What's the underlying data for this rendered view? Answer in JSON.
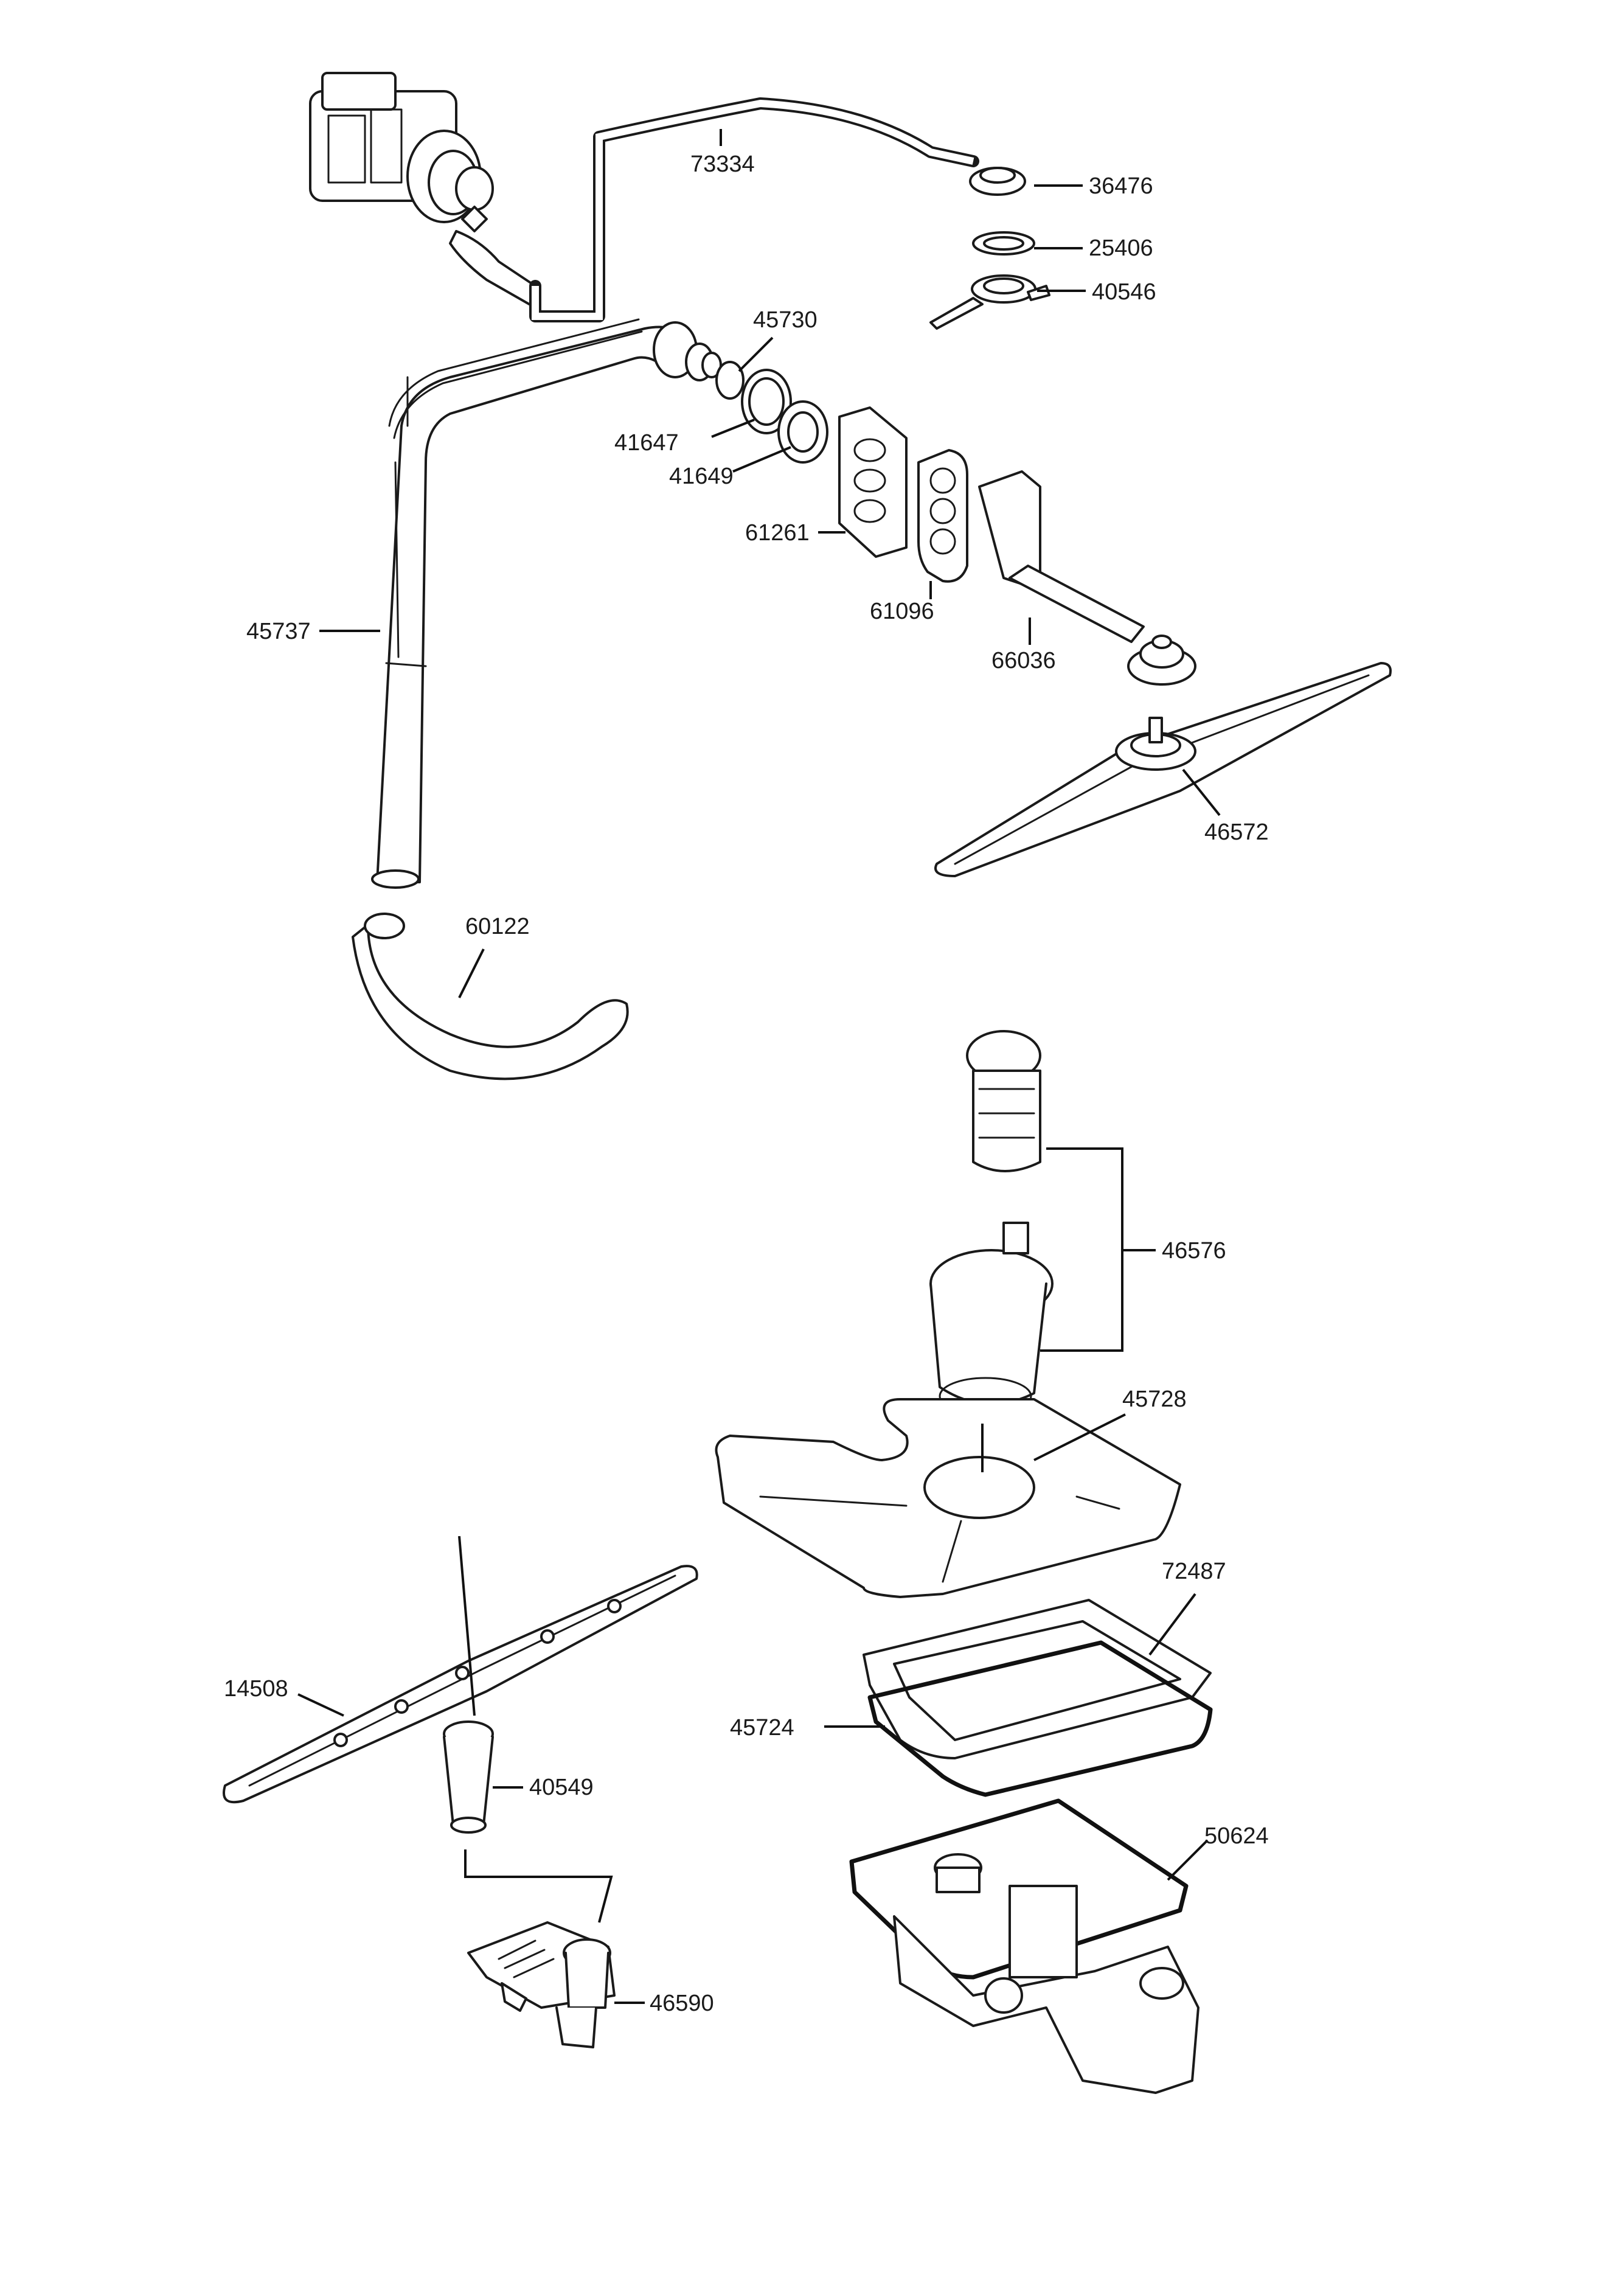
{
  "diagram": {
    "parts": [
      {
        "id": "73334"
      },
      {
        "id": "36476"
      },
      {
        "id": "25406"
      },
      {
        "id": "40546"
      },
      {
        "id": "45730"
      },
      {
        "id": "41647"
      },
      {
        "id": "41649"
      },
      {
        "id": "61261"
      },
      {
        "id": "61096"
      },
      {
        "id": "66036"
      },
      {
        "id": "45737"
      },
      {
        "id": "46572"
      },
      {
        "id": "60122"
      },
      {
        "id": "46576"
      },
      {
        "id": "45728"
      },
      {
        "id": "72487"
      },
      {
        "id": "14508"
      },
      {
        "id": "45724"
      },
      {
        "id": "40549"
      },
      {
        "id": "50624"
      },
      {
        "id": "46590"
      }
    ]
  }
}
